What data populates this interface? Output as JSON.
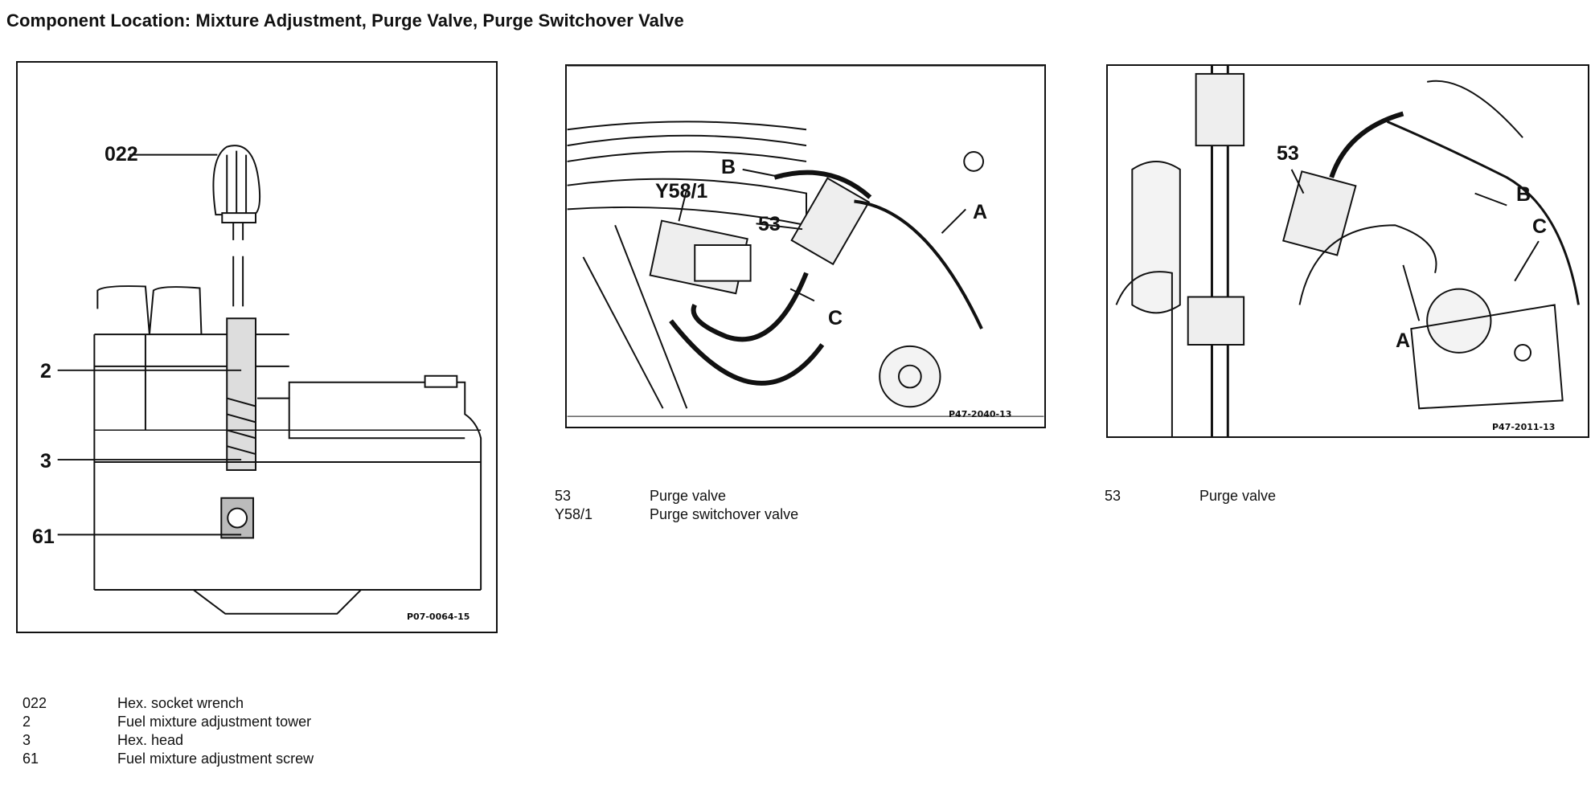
{
  "title": "Component Location: Mixture Adjustment, Purge Valve, Purge Switchover Valve",
  "figures": [
    {
      "code": "P07-0064-15",
      "callouts": [
        "022",
        "2",
        "3",
        "61"
      ],
      "legend": [
        {
          "key": "022",
          "text": "Hex. socket wrench"
        },
        {
          "key": "2",
          "text": "Fuel mixture adjustment tower"
        },
        {
          "key": "3",
          "text": "Hex. head"
        },
        {
          "key": "61",
          "text": "Fuel mixture adjustment screw"
        }
      ]
    },
    {
      "code": "P47-2040-13",
      "callouts": [
        "B",
        "Y58/1",
        "53",
        "A",
        "C"
      ],
      "legend": [
        {
          "key": "53",
          "text": "Purge valve"
        },
        {
          "key": "Y58/1",
          "text": "Purge switchover valve"
        }
      ]
    },
    {
      "code": "P47-2011-13",
      "callouts": [
        "53",
        "B",
        "C",
        "A"
      ],
      "legend": [
        {
          "key": "53",
          "text": "Purge valve"
        }
      ]
    }
  ]
}
